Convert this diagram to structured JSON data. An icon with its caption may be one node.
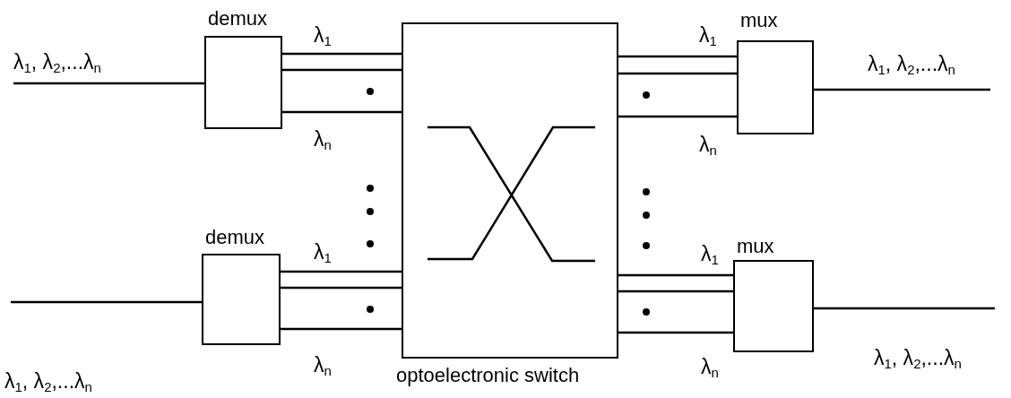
{
  "diagram": {
    "nodes": [
      {
        "text": [
          "demux"
        ]
      },
      {
        "text": [
          "demux"
        ]
      },
      {
        "text": [
          "optoelectronic switch"
        ]
      },
      {
        "text": [
          "mux"
        ]
      },
      {
        "text": [
          "mux"
        ]
      }
    ],
    "edges": [
      {
        "from": null,
        "to": 0,
        "arrow": "none",
        "label": "λ$_{1}$, λ$_{2}$,...λ$_{n}$"
      },
      {
        "from": 0,
        "to": 2,
        "arrow": "none",
        "label": "λ$_{1}$"
      },
      {
        "from": 0,
        "to": 2,
        "arrow": "none"
      },
      {
        "from": 0,
        "to": 2,
        "arrow": "none",
        "label": "λ$_{n}$"
      },
      {
        "from": null,
        "to": 1,
        "arrow": "none",
        "label": "λ$_{1}$, λ$_{2}$,...λ$_{n}$"
      },
      {
        "from": 1,
        "to": 2,
        "arrow": "none",
        "label": "λ$_{1}$"
      },
      {
        "from": 1,
        "to": 2,
        "arrow": "none"
      },
      {
        "from": 1,
        "to": 2,
        "arrow": "none",
        "label": "λ$_{n}$"
      },
      {
        "from": 2,
        "to": 3,
        "arrow": "none",
        "label": "λ$_{1}$"
      },
      {
        "from": 2,
        "to": 3,
        "arrow": "none"
      },
      {
        "from": 2,
        "to": 3,
        "arrow": "none",
        "label": "λ$_{n}$"
      },
      {
        "from": 3,
        "to": null,
        "arrow": "none",
        "label": "λ$_{1}$, λ$_{2}$,...λ$_{n}$"
      },
      {
        "from": 2,
        "to": 4,
        "arrow": "none",
        "label": "λ$_{1}$"
      },
      {
        "from": 2,
        "to": 4,
        "arrow": "none"
      },
      {
        "from": 2,
        "to": 4,
        "arrow": "none",
        "label": "λ$_{n}$"
      },
      {
        "from": 4,
        "to": null,
        "arrow": "none",
        "label": "λ$_{1}$, λ$_{2}$,...λ$_{n}$"
      }
    ]
  }
}
